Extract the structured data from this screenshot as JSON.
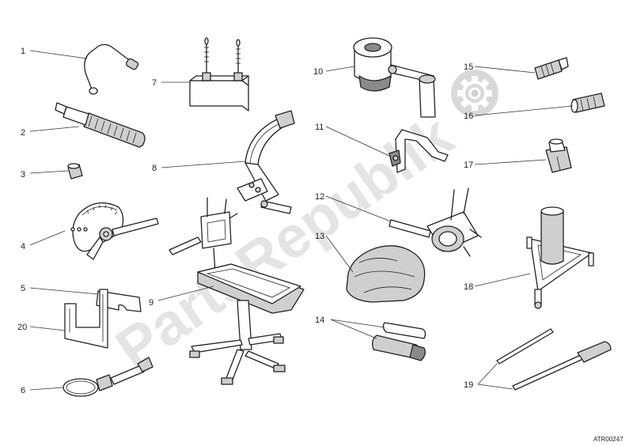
{
  "watermark": "PartsRepublik",
  "drawing_code": "ATR00247",
  "callouts": [
    {
      "id": "c1",
      "label": "1"
    },
    {
      "id": "c2",
      "label": "2"
    },
    {
      "id": "c3",
      "label": "3"
    },
    {
      "id": "c4",
      "label": "4"
    },
    {
      "id": "c5",
      "label": "5"
    },
    {
      "id": "c6",
      "label": "6"
    },
    {
      "id": "c7",
      "label": "7"
    },
    {
      "id": "c8",
      "label": "8"
    },
    {
      "id": "c9",
      "label": "9"
    },
    {
      "id": "c10",
      "label": "10"
    },
    {
      "id": "c11",
      "label": "11"
    },
    {
      "id": "c12",
      "label": "12"
    },
    {
      "id": "c13",
      "label": "13"
    },
    {
      "id": "c14",
      "label": "14"
    },
    {
      "id": "c15",
      "label": "15"
    },
    {
      "id": "c16",
      "label": "16"
    },
    {
      "id": "c17",
      "label": "17"
    },
    {
      "id": "c18",
      "label": "18"
    },
    {
      "id": "c19",
      "label": "19"
    },
    {
      "id": "c20",
      "label": "20"
    }
  ],
  "icons": [
    "gear-icon"
  ],
  "colors": {
    "line": "#222222",
    "watermark": "#cfcfcf"
  }
}
